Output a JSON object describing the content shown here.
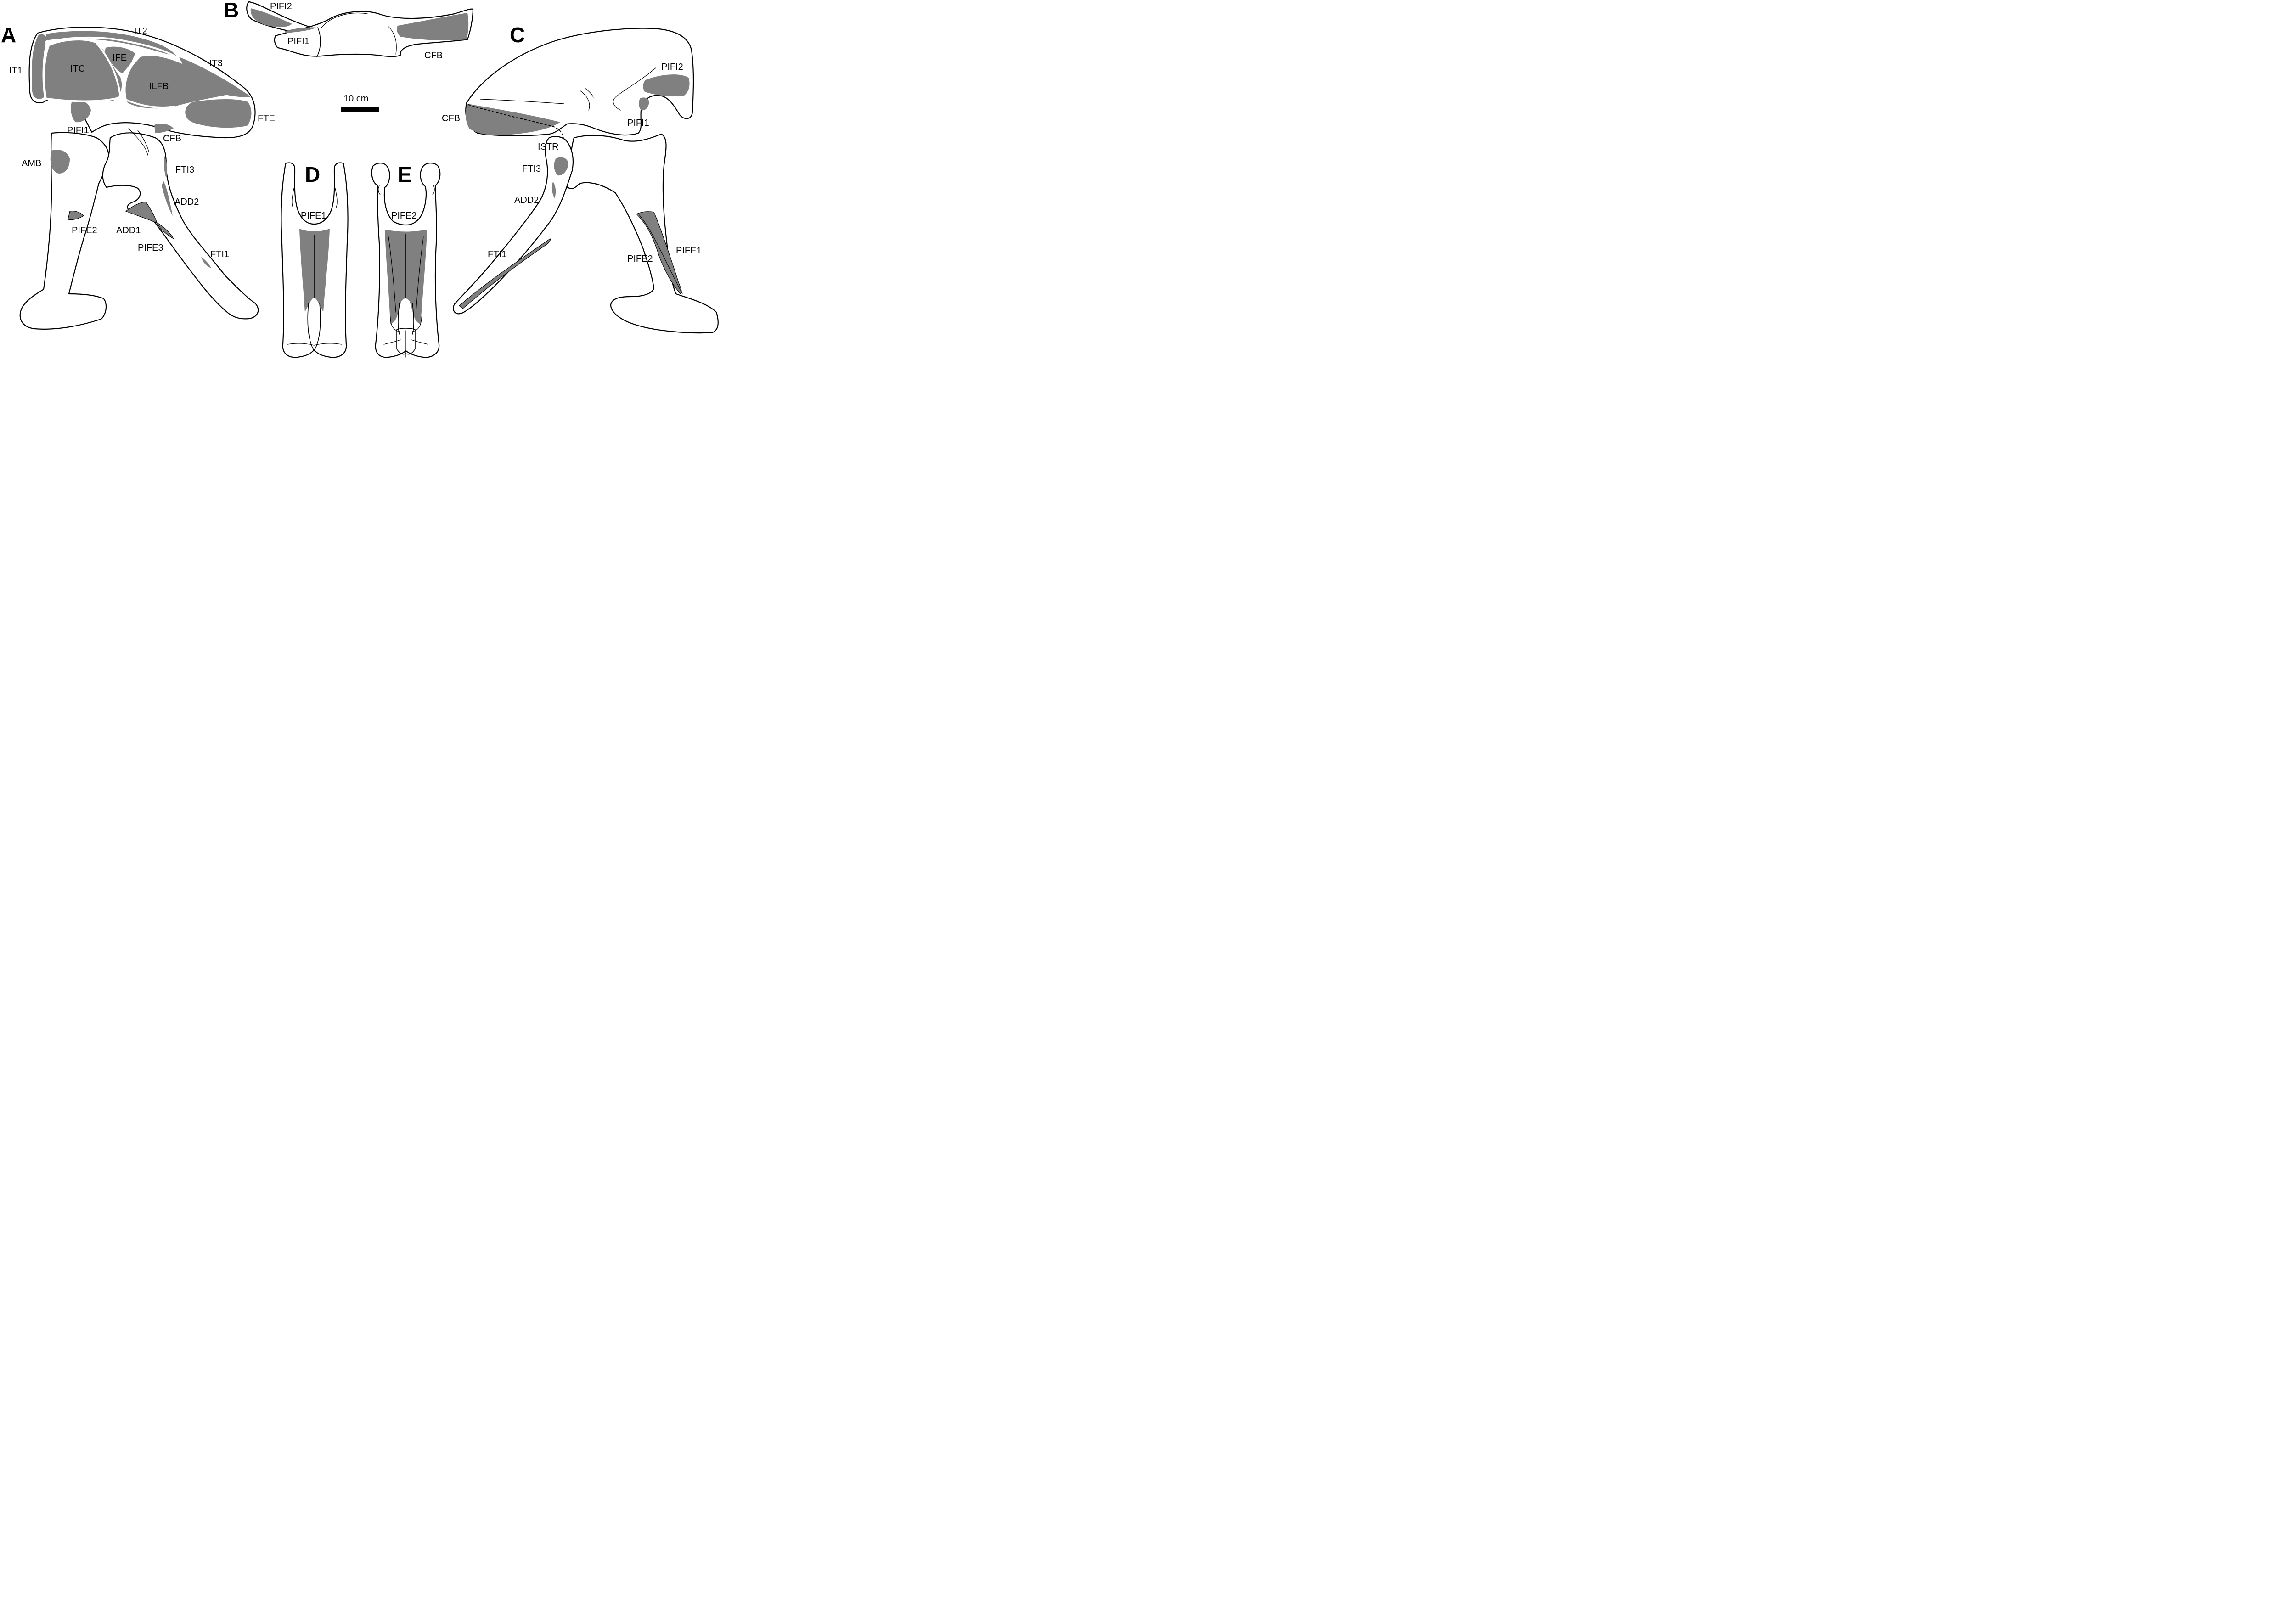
{
  "panels": {
    "A": "A",
    "B": "B",
    "C": "C",
    "D": "D",
    "E": "E"
  },
  "scale": {
    "label": "10 cm"
  },
  "labels_A": {
    "IT1": "IT1",
    "IT2": "IT2",
    "IT3": "IT3",
    "ITC": "ITC",
    "IFE": "IFE",
    "ILFB": "ILFB",
    "FTE": "FTE",
    "PIFI1": "PIFI1",
    "CFB": "CFB",
    "AMB": "AMB",
    "FTI3": "FTI3",
    "ADD2": "ADD2",
    "PIFE2": "PIFE2",
    "ADD1": "ADD1",
    "PIFE3": "PIFE3",
    "FTI1": "FTI1"
  },
  "labels_B": {
    "PIFI2": "PIFI2",
    "PIFI1": "PIFI1",
    "CFB": "CFB"
  },
  "labels_C": {
    "PIFI2": "PIFI2",
    "CFB": "CFB",
    "PIFI1": "PIFI1",
    "ISTR": "ISTR",
    "FTI3": "FTI3",
    "ADD2": "ADD2",
    "FTI1": "FTI1",
    "PIFE2": "PIFE2",
    "PIFE1": "PIFE1"
  },
  "labels_D": {
    "PIFE1": "PIFE1"
  },
  "labels_E": {
    "PIFE2": "PIFE2"
  },
  "colors": {
    "muscle_scar": "#808080",
    "bone_fill": "#ffffff",
    "outline": "#000000"
  }
}
